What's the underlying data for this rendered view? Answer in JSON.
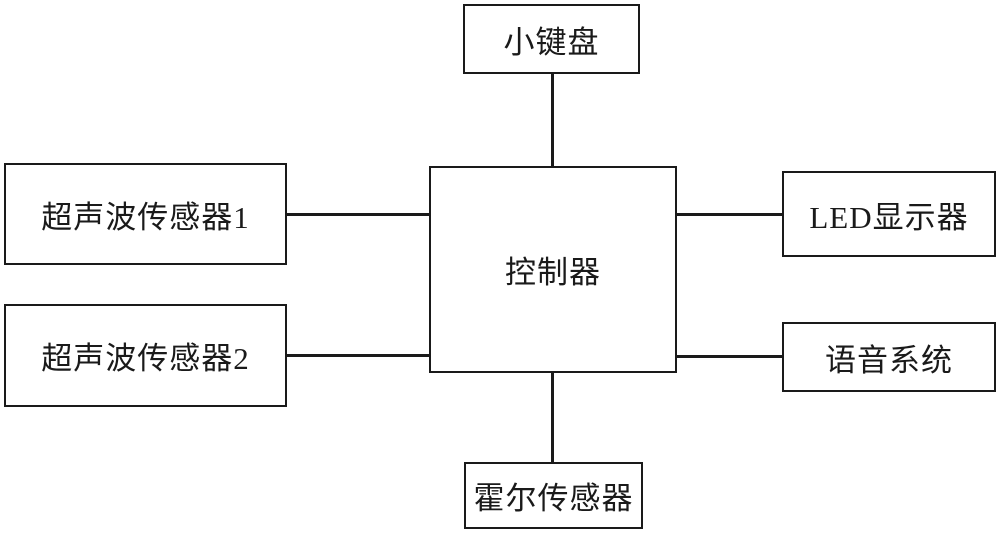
{
  "diagram": {
    "title": "control-system-block-diagram",
    "background": "#ffffff",
    "line_color": "#1a1a1a",
    "nodes": {
      "keypad": {
        "label": "小键盘"
      },
      "controller": {
        "label": "控制器"
      },
      "ultrasonic1": {
        "label": "超声波传感器1"
      },
      "ultrasonic2": {
        "label": "超声波传感器2"
      },
      "led_display": {
        "label": "LED显示器"
      },
      "voice_system": {
        "label": "语音系统"
      },
      "hall_sensor": {
        "label": "霍尔传感器"
      }
    },
    "connections": [
      {
        "from": "keypad",
        "to": "controller"
      },
      {
        "from": "ultrasonic1",
        "to": "controller"
      },
      {
        "from": "ultrasonic2",
        "to": "controller"
      },
      {
        "from": "controller",
        "to": "led_display"
      },
      {
        "from": "controller",
        "to": "voice_system"
      },
      {
        "from": "controller",
        "to": "hall_sensor"
      }
    ]
  }
}
